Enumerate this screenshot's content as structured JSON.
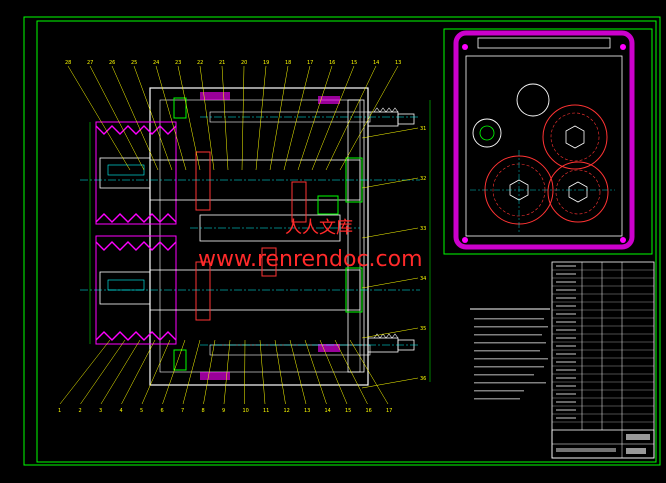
{
  "watermark": {
    "brand_cn": "人人文库",
    "url": "www.renrendoc.com"
  },
  "colors": {
    "background": "#000000",
    "frame": "#00ff00",
    "outline": "#ffffff",
    "leader": "#ffff00",
    "gear": "#ff3333",
    "hatch": "#ff00ff",
    "centerline": "#00ffff",
    "watermark": "#ff2a2a"
  },
  "callouts": {
    "top": [
      "28",
      "27",
      "26",
      "25",
      "24",
      "23",
      "22",
      "21",
      "20",
      "19",
      "18",
      "17",
      "16",
      "15",
      "14",
      "13"
    ],
    "bottom": [
      "1",
      "2",
      "3",
      "4",
      "5",
      "6",
      "7",
      "8",
      "9",
      "10",
      "11",
      "12",
      "13",
      "14",
      "15",
      "16",
      "17"
    ],
    "right": [
      "31",
      "32",
      "33",
      "34",
      "35",
      "36"
    ]
  }
}
